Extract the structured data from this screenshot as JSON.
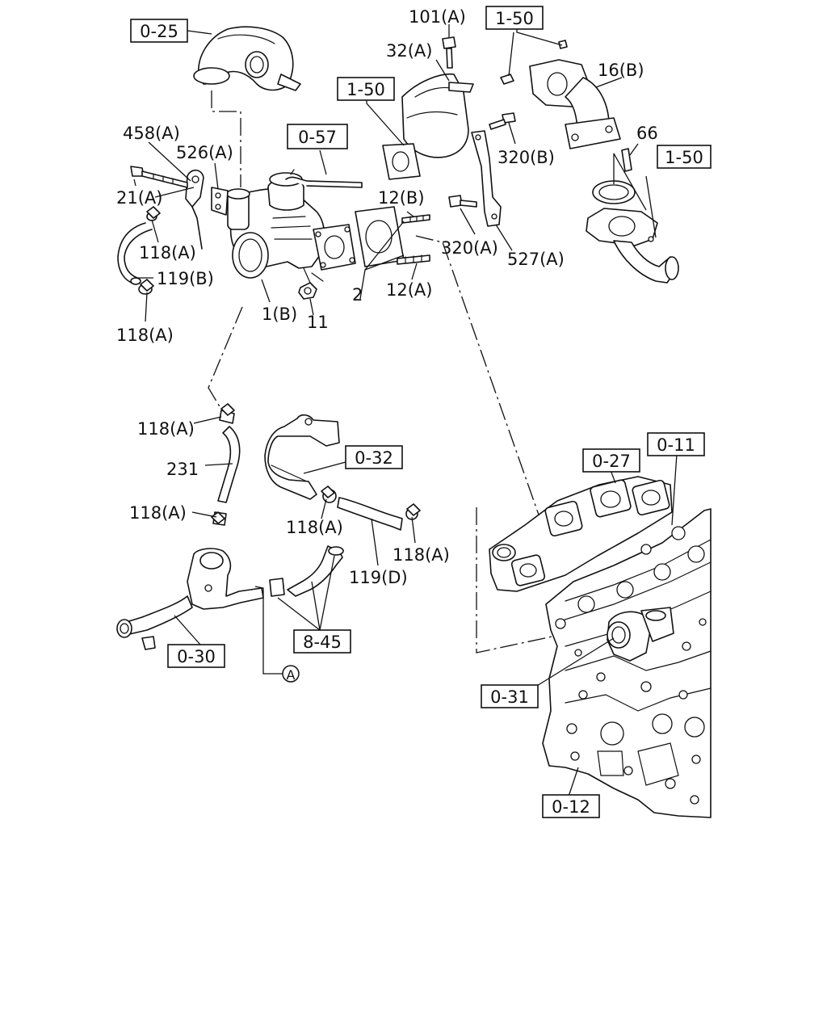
{
  "reference_boxes": {
    "r0_25": "0-25",
    "r1_50_top": "1-50",
    "r1_50_left": "1-50",
    "r0_57": "0-57",
    "r1_50_right": "1-50",
    "r0_32": "0-32",
    "r0_27": "0-27",
    "r0_11": "0-11",
    "r8_45": "8-45",
    "r0_30": "0-30",
    "r0_31": "0-31",
    "r0_12": "0-12"
  },
  "part_labels": {
    "p101a": "101(A)",
    "p32a": "32(A)",
    "p16b": "16(B)",
    "p66": "66",
    "p458a": "458(A)",
    "p526a": "526(A)",
    "p320b": "320(B)",
    "p21a": "21(A)",
    "p12b": "12(B)",
    "p118a_1": "118(A)",
    "p119b": "119(B)",
    "p320a": "320(A)",
    "p527a": "527(A)",
    "p1b": "1(B)",
    "p11": "11",
    "p2": "2",
    "p12a": "12(A)",
    "p118a_2": "118(A)",
    "p118a_3": "118(A)",
    "p231": "231",
    "p118a_4": "118(A)",
    "p118a_5": "118(A)",
    "p118a_6": "118(A)",
    "p119d": "119(D)"
  },
  "connector_marker": "A"
}
